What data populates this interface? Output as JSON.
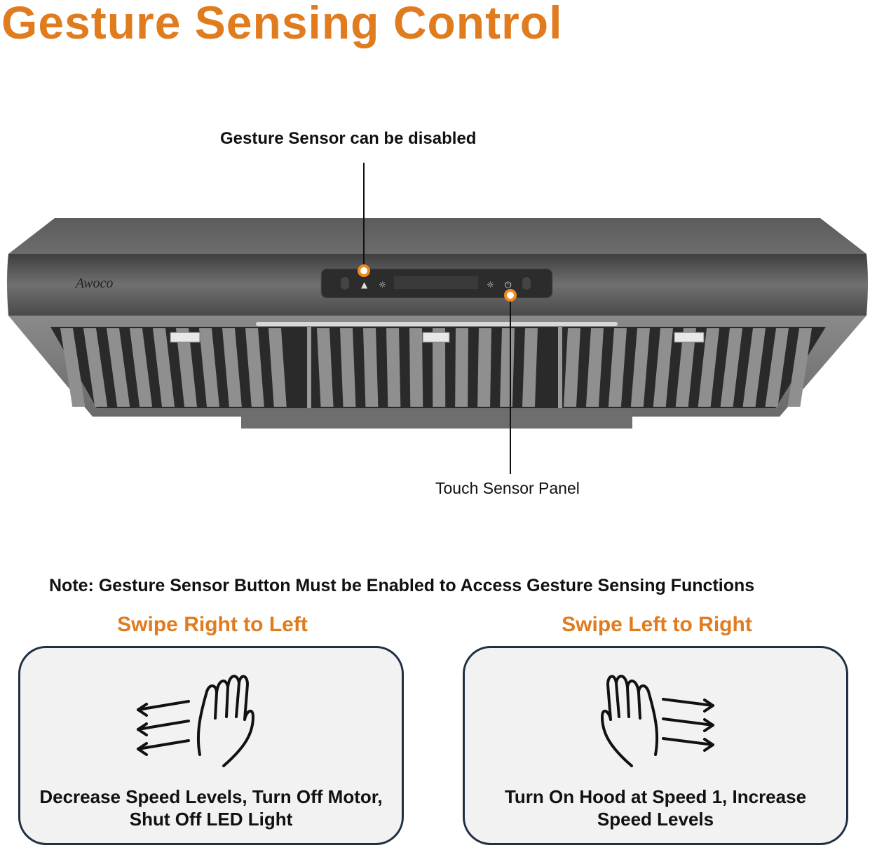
{
  "title": "Gesture Sensing Control",
  "callouts": {
    "gesture_sensor": "Gesture Sensor can be disabled",
    "touch_panel": "Touch Sensor Panel"
  },
  "hood": {
    "brand_logo": "Awoco"
  },
  "note": "Note: Gesture Sensor Button Must be Enabled to Access Gesture Sensing Functions",
  "cards": [
    {
      "heading": "Swipe Right to Left",
      "icon": "hand-swipe-left-icon",
      "text_line1": "Decrease Speed Levels, Turn Off Motor,",
      "text_line2": "Shut Off LED Light"
    },
    {
      "heading": "Swipe Left to Right",
      "icon": "hand-swipe-right-icon",
      "text_line1": "Turn On Hood at Speed 1, Increase",
      "text_line2": "Speed Levels"
    }
  ],
  "colors": {
    "accent": "#e07b1e",
    "card_border": "#1f2f44",
    "card_bg": "#f2f2f2",
    "hood_metal": "#5a5a5a"
  }
}
